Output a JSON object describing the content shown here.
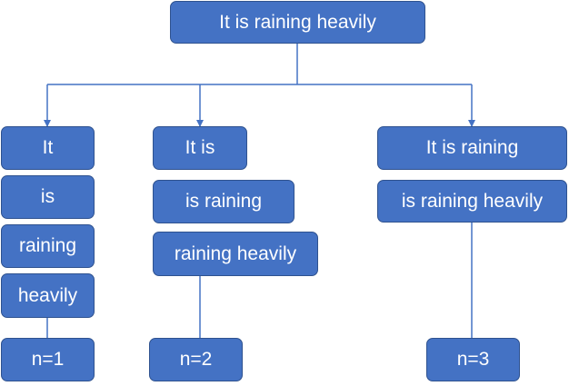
{
  "diagram": {
    "root": "It is raining heavily",
    "columns": [
      {
        "ngrams": [
          "It",
          "is",
          "raining",
          "heavily"
        ],
        "n_label": "n=1"
      },
      {
        "ngrams": [
          "It is",
          "is raining",
          "raining heavily"
        ],
        "n_label": "n=2"
      },
      {
        "ngrams": [
          "It is raining",
          "is raining heavily"
        ],
        "n_label": "n=3"
      }
    ]
  },
  "colors": {
    "box_fill": "#4472c4",
    "box_border": "#2f528f",
    "connector": "#4472c4",
    "text": "#ffffff"
  }
}
